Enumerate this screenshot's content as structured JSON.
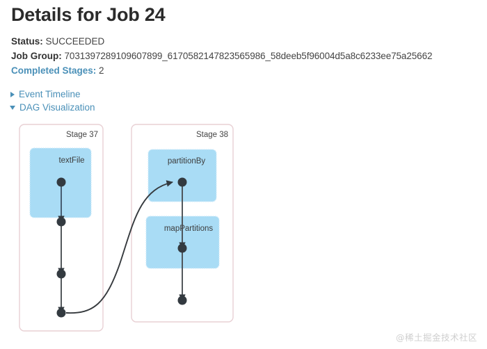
{
  "page": {
    "title": "Details for Job 24",
    "watermark": "@稀土掘金技术社区"
  },
  "summary": {
    "status_label": "Status:",
    "status_value": "SUCCEEDED",
    "job_group_label": "Job Group:",
    "job_group_value": "7031397289109607899_6170582147823565986_58deeb5f96004d5a8c6233ee75a25662",
    "completed_stages_label": "Completed Stages:",
    "completed_stages_value": "2"
  },
  "toggles": [
    {
      "label": "Event Timeline",
      "expanded": false,
      "icon": "triangle-right-icon"
    },
    {
      "label": "DAG Visualization",
      "expanded": true,
      "icon": "triangle-down-icon"
    }
  ],
  "dag": {
    "stages": [
      {
        "label": "Stage 37",
        "rdds": [
          {
            "label": "textFile"
          }
        ]
      },
      {
        "label": "Stage 38",
        "rdds": [
          {
            "label": "partitionBy"
          },
          {
            "label": "mapPartitions"
          }
        ]
      }
    ]
  },
  "colors": {
    "accent": "#4a90b8",
    "rdd_fill": "#a9dcf5",
    "rdd_border": "#cfeaf9",
    "stage_border": "#e8d0d4",
    "node": "#333a40",
    "text": "#333333"
  }
}
